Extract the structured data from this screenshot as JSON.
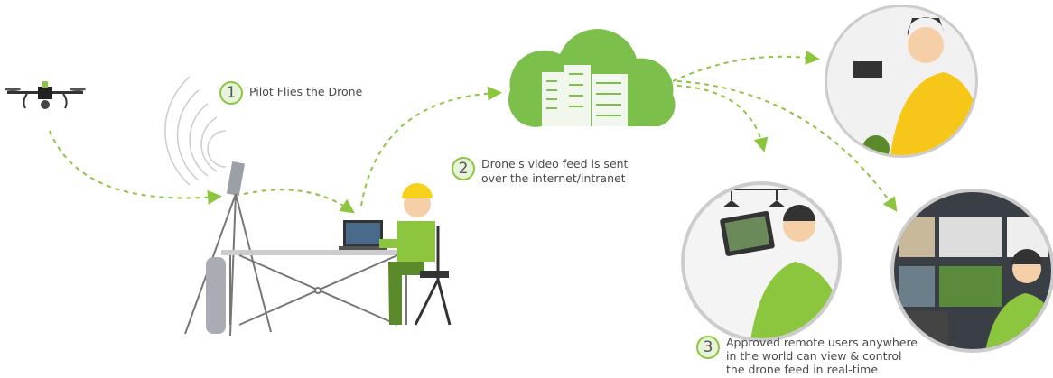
{
  "steps": [
    {
      "number": "1",
      "lines": [
        "Pilot Flies the Drone"
      ]
    },
    {
      "number": "2",
      "lines": [
        "Drone's video feed is sent",
        "over the internet/intranet"
      ]
    },
    {
      "number": "3",
      "lines": [
        "Approved remote users anywhere",
        "in the world can view & control",
        "the drone feed in real-time"
      ]
    }
  ],
  "colors": {
    "accent": "#8cc63f",
    "badge_fill": "#e8f3dc",
    "text": "#4a4a4a",
    "cloud": "#7cc04b"
  }
}
